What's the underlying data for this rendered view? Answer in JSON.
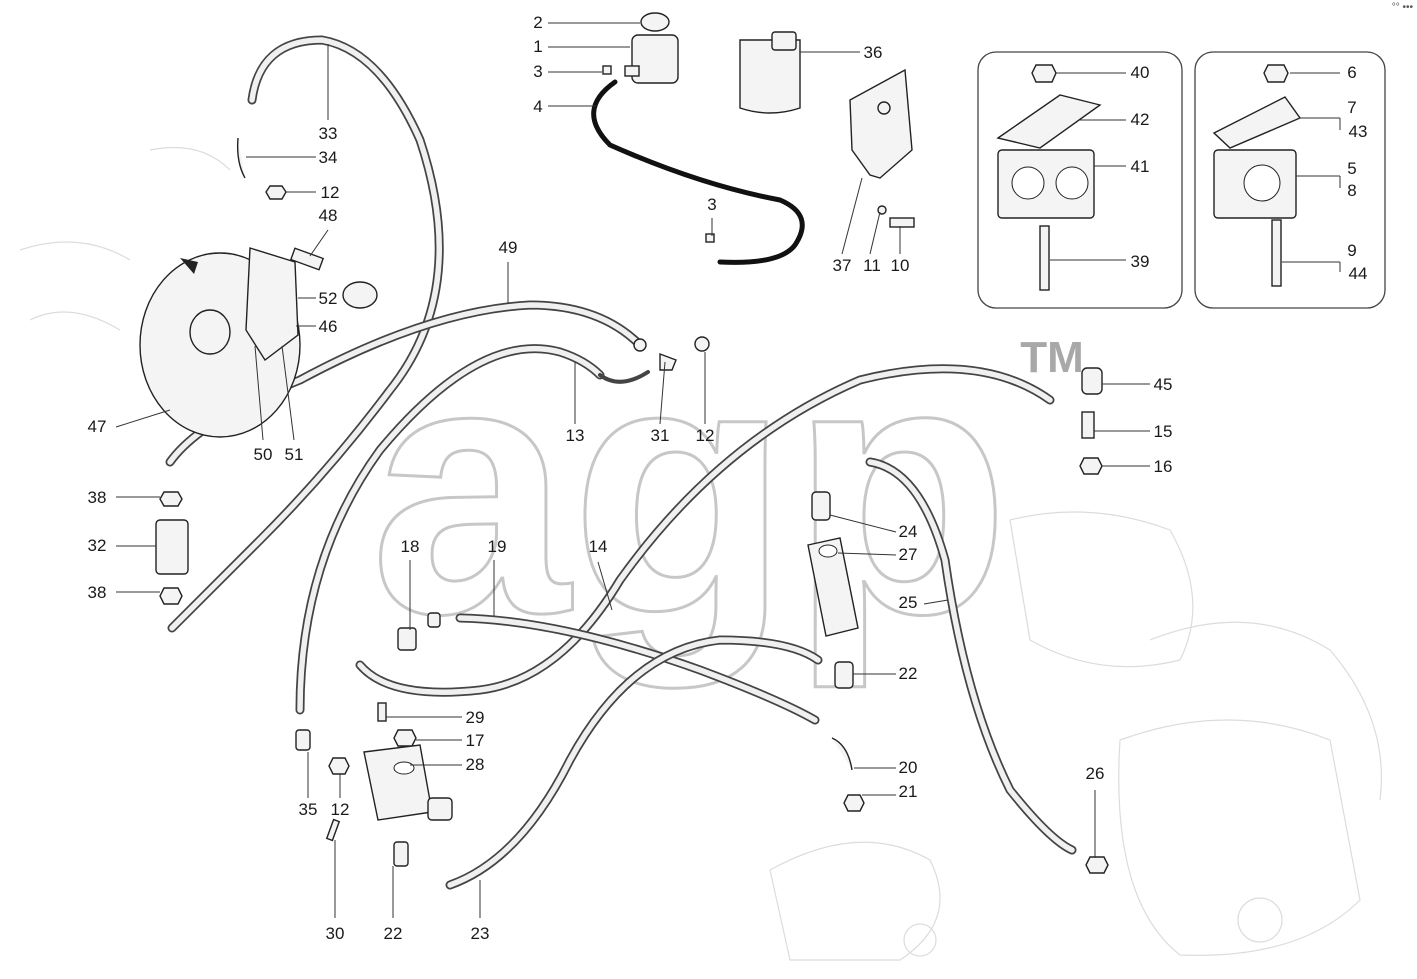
{
  "watermark": {
    "text": "agp",
    "tm": "TM",
    "color": "#9a9a9a"
  },
  "corner_mark": "°° •••",
  "colors": {
    "line": "#222222",
    "hose": "#555555",
    "tube": "#111111"
  },
  "labels": [
    "1",
    "2",
    "3",
    "3",
    "4",
    "5",
    "6",
    "7",
    "8",
    "9",
    "10",
    "11",
    "12",
    "12",
    "12",
    "13",
    "14",
    "15",
    "16",
    "17",
    "18",
    "19",
    "20",
    "21",
    "22",
    "22",
    "23",
    "24",
    "25",
    "26",
    "27",
    "28",
    "29",
    "30",
    "31",
    "32",
    "33",
    "34",
    "35",
    "36",
    "37",
    "38",
    "38",
    "39",
    "40",
    "41",
    "42",
    "43",
    "44",
    "45",
    "46",
    "47",
    "48",
    "49",
    "50",
    "51",
    "52"
  ]
}
